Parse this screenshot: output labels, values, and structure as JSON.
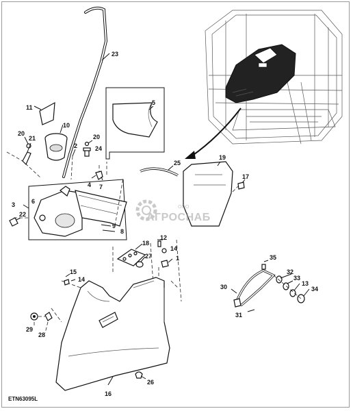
{
  "drawing_code": "ETN63095L",
  "watermark": {
    "text": "АГРОСНАБ",
    "subtext": "ООО"
  },
  "callouts": [
    {
      "id": "c23",
      "label": "23"
    },
    {
      "id": "c11",
      "label": "11"
    },
    {
      "id": "c10",
      "label": "10"
    },
    {
      "id": "c20a",
      "label": "20"
    },
    {
      "id": "c21",
      "label": "21"
    },
    {
      "id": "c2",
      "label": "2"
    },
    {
      "id": "c20b",
      "label": "20"
    },
    {
      "id": "c24",
      "label": "24"
    },
    {
      "id": "c5",
      "label": "5"
    },
    {
      "id": "c25",
      "label": "25"
    },
    {
      "id": "c19",
      "label": "19"
    },
    {
      "id": "c17",
      "label": "17"
    },
    {
      "id": "c4",
      "label": "4"
    },
    {
      "id": "c7",
      "label": "7"
    },
    {
      "id": "c3",
      "label": "3"
    },
    {
      "id": "c6",
      "label": "6"
    },
    {
      "id": "c22",
      "label": "22"
    },
    {
      "id": "c9",
      "label": "9"
    },
    {
      "id": "c8",
      "label": "8"
    },
    {
      "id": "c18",
      "label": "18"
    },
    {
      "id": "c12",
      "label": "12"
    },
    {
      "id": "c14a",
      "label": "14"
    },
    {
      "id": "c27",
      "label": "27"
    },
    {
      "id": "c1",
      "label": "1"
    },
    {
      "id": "c15",
      "label": "15"
    },
    {
      "id": "c14b",
      "label": "14"
    },
    {
      "id": "c35",
      "label": "35"
    },
    {
      "id": "c32",
      "label": "32"
    },
    {
      "id": "c33",
      "label": "33"
    },
    {
      "id": "c13",
      "label": "13"
    },
    {
      "id": "c34",
      "label": "34"
    },
    {
      "id": "c30",
      "label": "30"
    },
    {
      "id": "c31",
      "label": "31"
    },
    {
      "id": "c29",
      "label": "29"
    },
    {
      "id": "c28",
      "label": "28"
    },
    {
      "id": "c26",
      "label": "26"
    },
    {
      "id": "c16",
      "label": "16"
    }
  ]
}
